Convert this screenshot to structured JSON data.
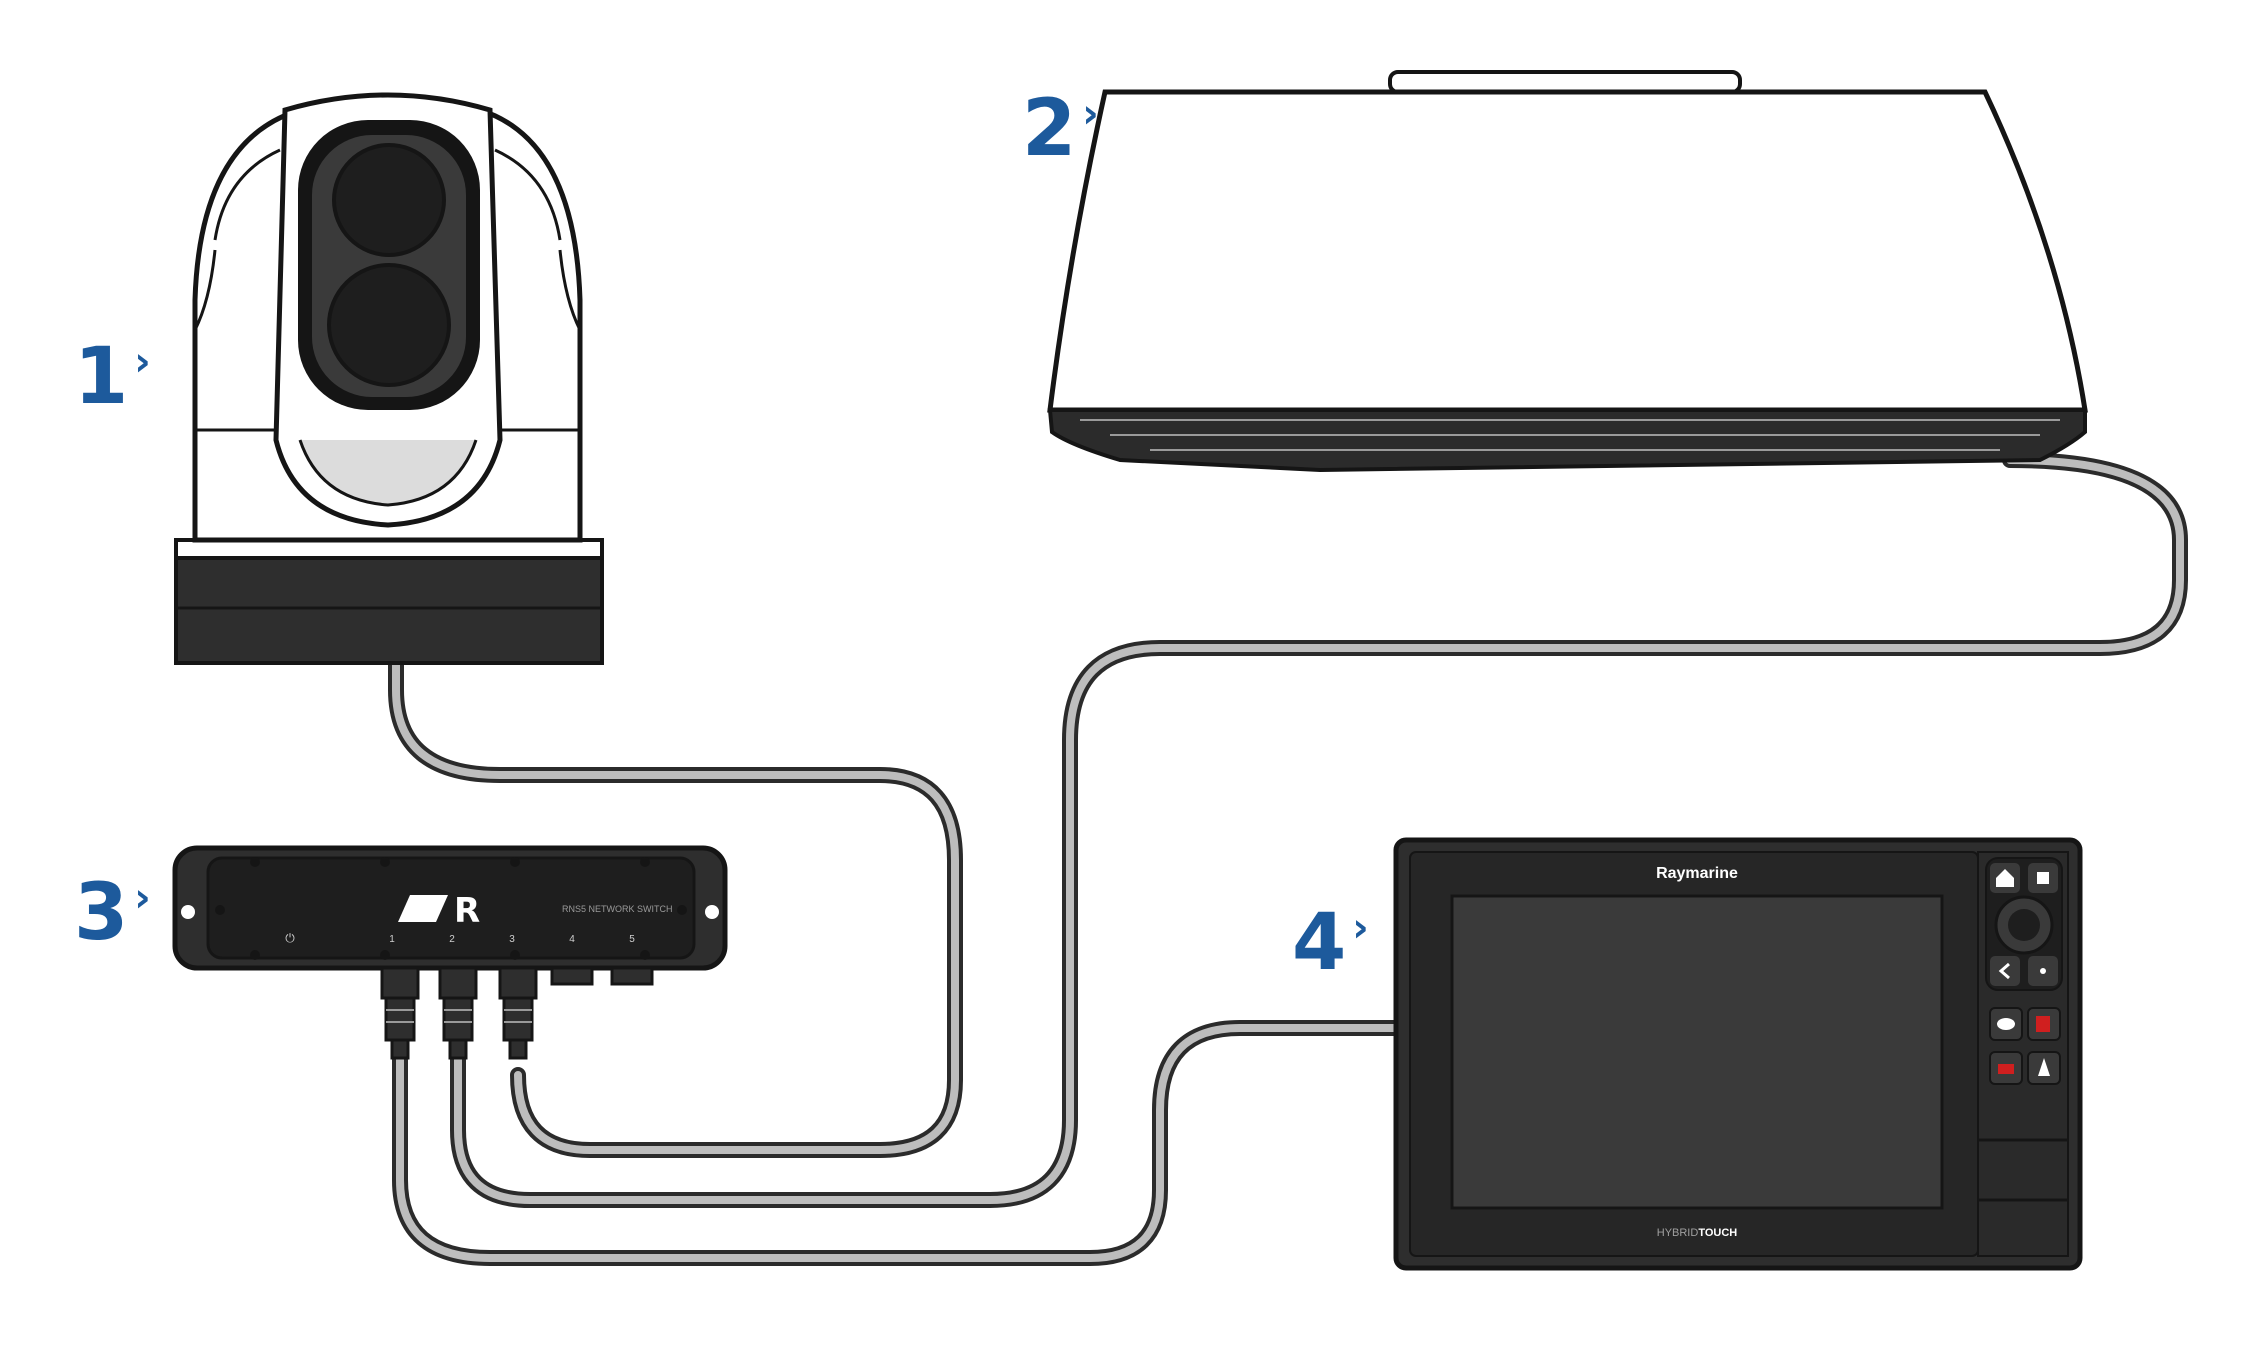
{
  "colors": {
    "callout": "#1d5a9c",
    "cable_outer": "#2b2b2b",
    "cable_inner": "#bdbdbd",
    "outline": "#151515",
    "device_dark": "#2e2e2e",
    "device_darker": "#1e1e1e",
    "screen": "#3a3a3a",
    "red_key": "#d01f1f"
  },
  "callouts": [
    {
      "number": "1",
      "device": "thermal-camera"
    },
    {
      "number": "2",
      "device": "radar-dome"
    },
    {
      "number": "3",
      "device": "network-switch"
    },
    {
      "number": "4",
      "device": "display"
    }
  ],
  "switch": {
    "logo": "R",
    "label": "RNS5 NETWORK SWITCH",
    "power_symbol": "⏻",
    "ports": [
      "1",
      "2",
      "3",
      "4",
      "5"
    ]
  },
  "display": {
    "brand": "Raymarine",
    "model_prefix": "HYBRID",
    "model_suffix": "TOUCH"
  },
  "connections": [
    {
      "from": "thermal-camera",
      "to": "network-switch",
      "port": "3"
    },
    {
      "from": "radar-dome",
      "to": "network-switch",
      "port": "2"
    },
    {
      "from": "display",
      "to": "network-switch",
      "port": "1"
    }
  ],
  "icons": [
    "home-icon",
    "stop-icon",
    "joystick-icon",
    "back-icon",
    "dot-icon",
    "fish-icon",
    "waypoint-icon",
    "mob-icon",
    "pilot-icon"
  ]
}
